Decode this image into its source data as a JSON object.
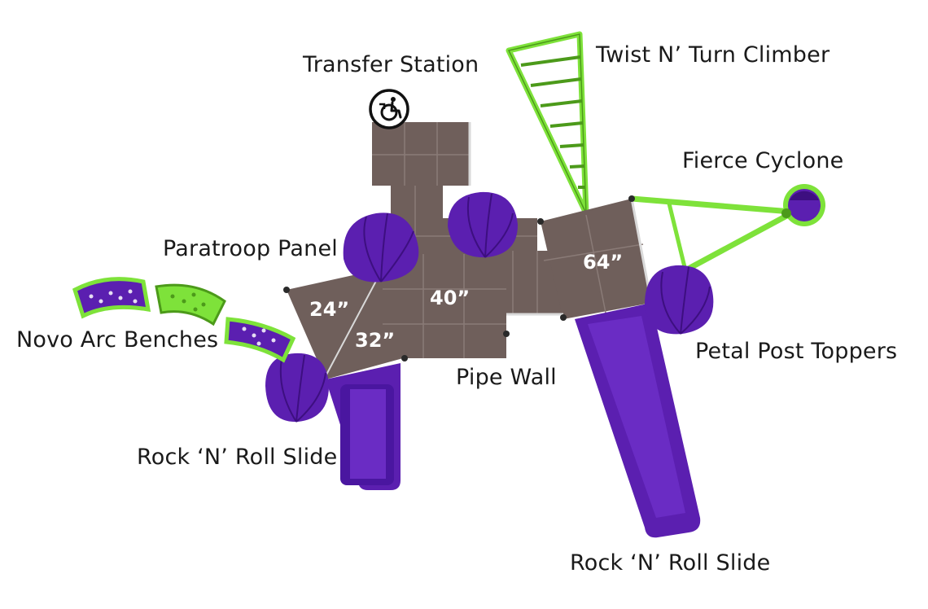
{
  "labels": {
    "transfer_station": "Transfer Station",
    "twist_climber": "Twist N’ Turn Climber",
    "fierce_cyclone": "Fierce Cyclone",
    "paratroop_panel": "Paratroop Panel",
    "novo_benches": "Novo Arc Benches",
    "petal_toppers": "Petal Post Toppers",
    "pipe_wall": "Pipe Wall",
    "slide_left": "Rock ‘N’ Roll Slide",
    "slide_right": "Rock ‘N’ Roll Slide"
  },
  "deck_heights": [
    "24”",
    "32”",
    "40”",
    "64”"
  ],
  "icons": [
    "wheelchair-transfer-icon"
  ],
  "colors": {
    "deck": "#6f5f5b",
    "deck_line": "#8a7b77",
    "purple": "#5b1fb0",
    "purple_dark": "#3d0f80",
    "green": "#7ee23a",
    "green_dark": "#4c9a1a",
    "frame": "#d9d9d9"
  }
}
